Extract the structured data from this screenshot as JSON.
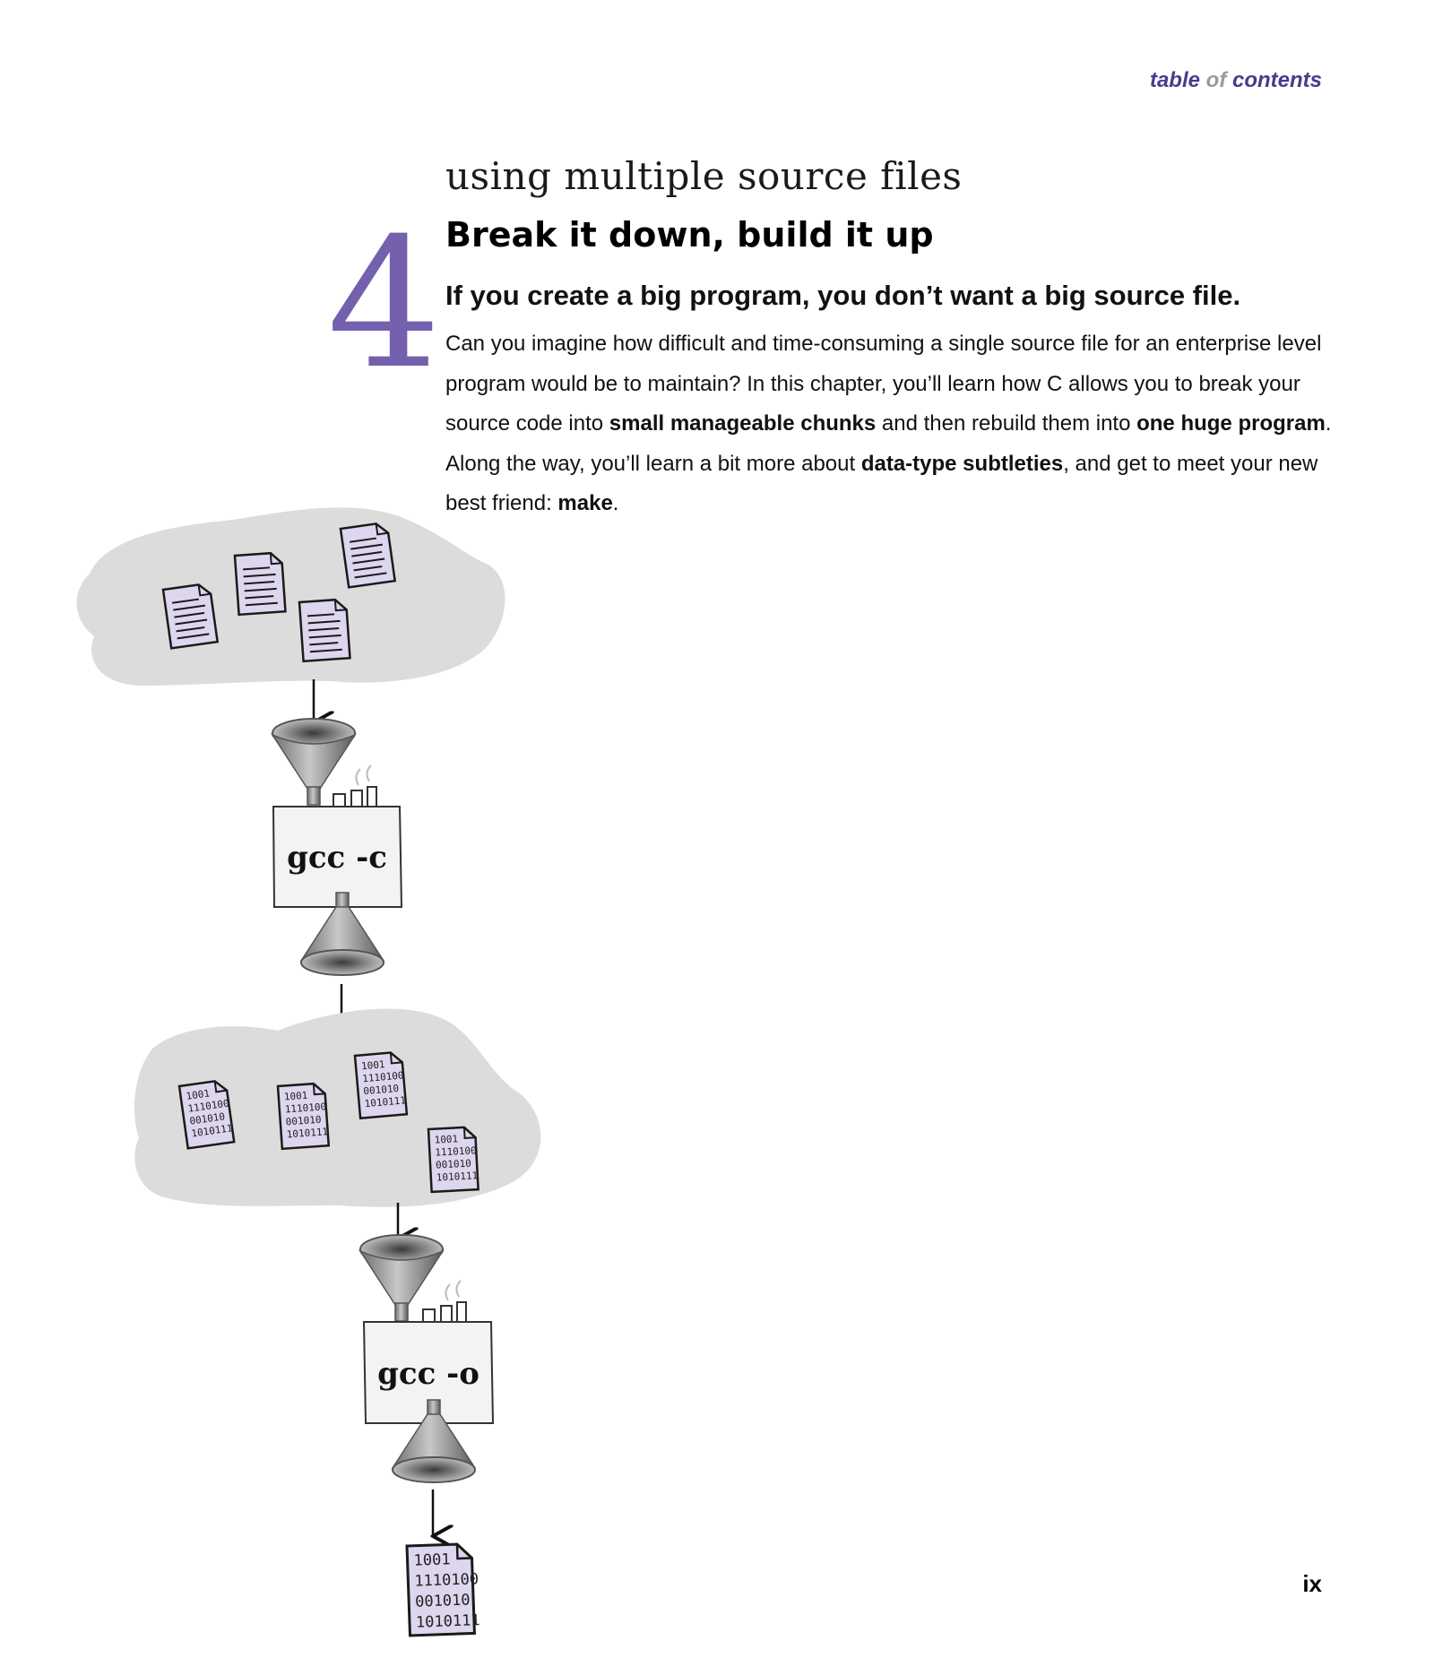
{
  "running_head": {
    "pre": "table ",
    "of": "of",
    "post": " contents"
  },
  "chapter": {
    "number": "4",
    "subtitle": "using multiple source files",
    "title": "Break it down, build it up",
    "lead": "If you create a big program, you don’t want a big source file."
  },
  "body": {
    "s1": "Can you imagine how difficult and time-consuming a single source file for an enterprise level program would be to maintain? In this chapter, you’ll learn how C allows you to break your source code into ",
    "b1": "small manageable chunks",
    "s2": " and then rebuild them into ",
    "b2": "one huge program",
    "s3": ". Along the way, you’ll learn a bit more about ",
    "b3": "data-type subtleties",
    "s4": ", and get to meet your new best friend: ",
    "b4": "make",
    "s5": "."
  },
  "diagram": {
    "compile_label": "gcc -c",
    "link_label": "gcc -o",
    "binary_lines": [
      "1001",
      "1110100",
      "001010",
      "1010111"
    ]
  },
  "page_number": "ix"
}
